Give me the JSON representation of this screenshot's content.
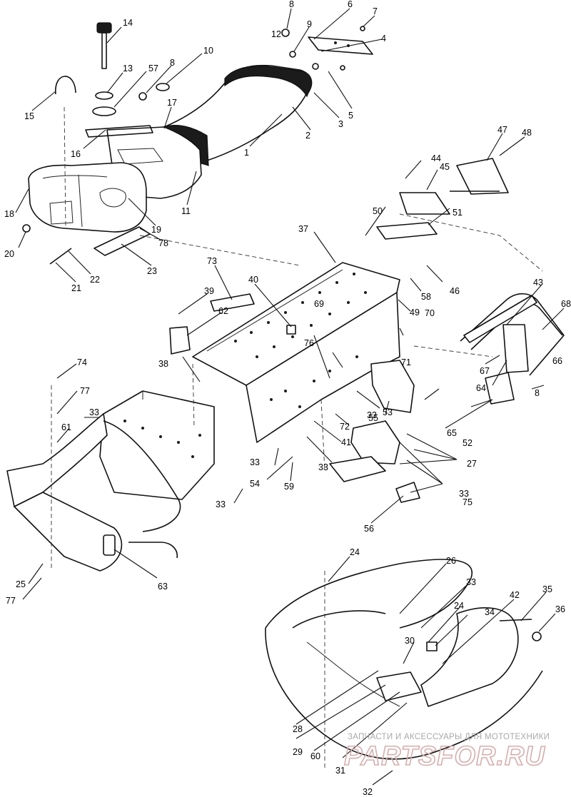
{
  "callouts": [
    "1",
    "2",
    "3",
    "4",
    "5",
    "6",
    "7",
    "8",
    "8",
    "8",
    "9",
    "10",
    "11",
    "12",
    "13",
    "14",
    "15",
    "16",
    "17",
    "18",
    "19",
    "20",
    "21",
    "22",
    "23",
    "24",
    "24",
    "25",
    "26",
    "27",
    "28",
    "29",
    "30",
    "31",
    "32",
    "33",
    "33",
    "33",
    "33",
    "33",
    "33",
    "33",
    "34",
    "35",
    "36",
    "37",
    "38",
    "39",
    "40",
    "41",
    "42",
    "43",
    "44",
    "45",
    "46",
    "47",
    "48",
    "49",
    "50",
    "51",
    "52",
    "53",
    "54",
    "55",
    "56",
    "57",
    "58",
    "59",
    "60",
    "61",
    "62",
    "63",
    "64",
    "65",
    "66",
    "67",
    "68",
    "69",
    "70",
    "71",
    "72",
    "73",
    "74",
    "75",
    "76",
    "77",
    "77",
    "78"
  ],
  "watermark": {
    "caption": "ЗАПЧАСТИ И АКСЕССУАРЫ ДЛЯ МОТОТЕХНИКИ",
    "brand": "PARTSFOR.RU"
  }
}
